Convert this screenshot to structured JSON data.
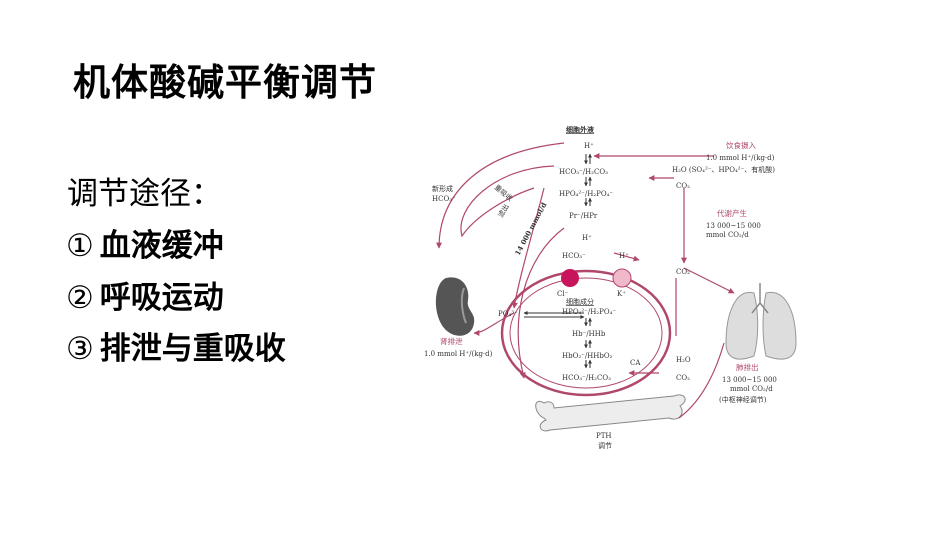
{
  "slide": {
    "title": "机体酸碱平衡调节",
    "subtitle": "调节途径：",
    "items": [
      {
        "marker": "①",
        "text": "血液缓冲"
      },
      {
        "marker": "②",
        "text": "呼吸运动"
      },
      {
        "marker": "③",
        "text": "排泄与重吸收"
      }
    ]
  },
  "diagram": {
    "extracellular": "细胞外液",
    "h_top": "H⁺",
    "bicarb_top": "HCO₃⁻/H₂CO₃",
    "phosphate_top": "HPO₄²⁻/H₂PO₄⁻",
    "protein": "Pr⁻/HPr",
    "h_mid": "H⁺",
    "hco3_mid": "HCO₃⁻",
    "h_right": "H⁺",
    "cl": "Cl⁻",
    "k": "K⁺",
    "intake_label": "饮食摄入",
    "intake_rate": "1.0 mmol H⁺/(kg·d)",
    "intake_items": "H₂O (SO₄²⁻、HPO₄²⁻、有机酸)",
    "co2_top": "CO₂",
    "new_hco3": "新形成\nHCO₃⁻",
    "reabsorb": "重吸收",
    "filter": "滤出",
    "filter_rate": "14 000 mmol/d",
    "metab_label": "代谢产生",
    "metab_rate": "13 000~15 000\nmmol CO₂/d",
    "co2_mid": "CO₂",
    "cell_components": "细胞成分",
    "cell_phosphate": "HPO₄²⁻/H₂PO₄⁻",
    "cell_hb": "Hb⁻/HHb",
    "cell_hbo2": "HbO₂⁻/HHbO₂",
    "cell_bicarb": "HCO₃⁻/H₂CO₃",
    "ca": "CA",
    "h2o": "H₂O",
    "co2_low": "CO₂",
    "po4": "PO₄³⁻",
    "renal_label": "肾排泄",
    "renal_rate": "1.0 mmol H⁺/(kg·d)",
    "lung_label": "肺排出",
    "lung_rate": "13 000~15 000\nmmol CO₂/d",
    "lung_ctrl": "(中枢神经调节)",
    "pth": "PTH\n调节"
  }
}
